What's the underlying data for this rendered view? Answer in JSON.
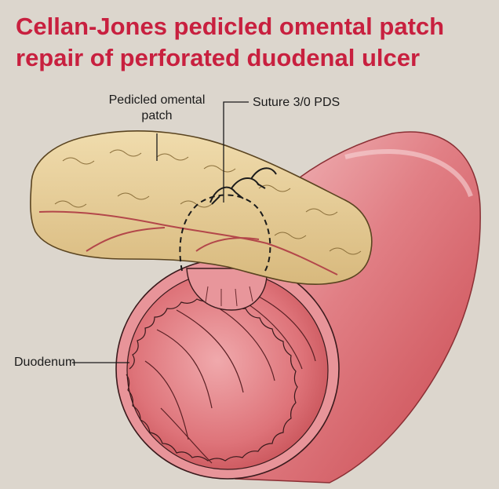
{
  "title_line_1": "Cellan-Jones pedicled omental patch",
  "title_line_2": "repair of perforated duodenal ulcer",
  "labels": {
    "omental_patch_line_1": "Pedicled omental",
    "omental_patch_line_2": "patch",
    "suture": "Suture 3/0 PDS",
    "duodenum": "Duodenum"
  },
  "colors": {
    "title": "#c8203f",
    "background": "#dcd6cd",
    "duodenum": "#d9676e",
    "omentum": "#e8cf9c"
  }
}
